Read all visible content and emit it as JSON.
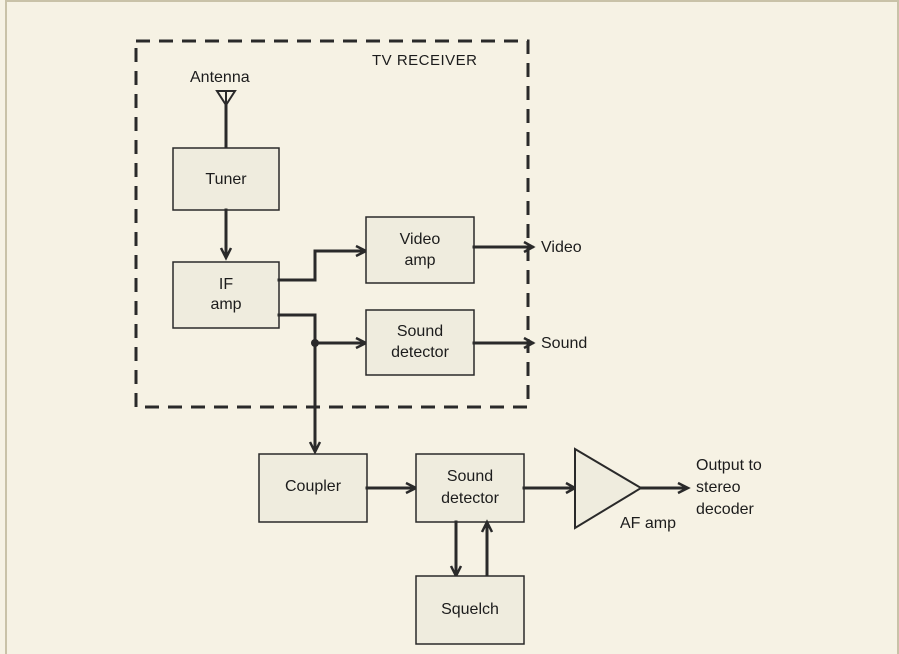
{
  "diagram": {
    "receiver_title": "TV RECEIVER",
    "antenna_label": "Antenna",
    "blocks": {
      "tuner": [
        "Tuner"
      ],
      "if_amp": [
        "IF",
        "amp"
      ],
      "video_amp": [
        "Video",
        "amp"
      ],
      "sound_detector_tv": [
        "Sound",
        "detector"
      ],
      "coupler": [
        "Coupler"
      ],
      "sound_detector": [
        "Sound",
        "detector"
      ],
      "squelch": [
        "Squelch"
      ],
      "af_amp": [
        "AF amp"
      ]
    },
    "outputs": {
      "video": "Video",
      "sound": "Sound",
      "stereo": [
        "Output to",
        "stereo",
        "decoder"
      ]
    }
  }
}
